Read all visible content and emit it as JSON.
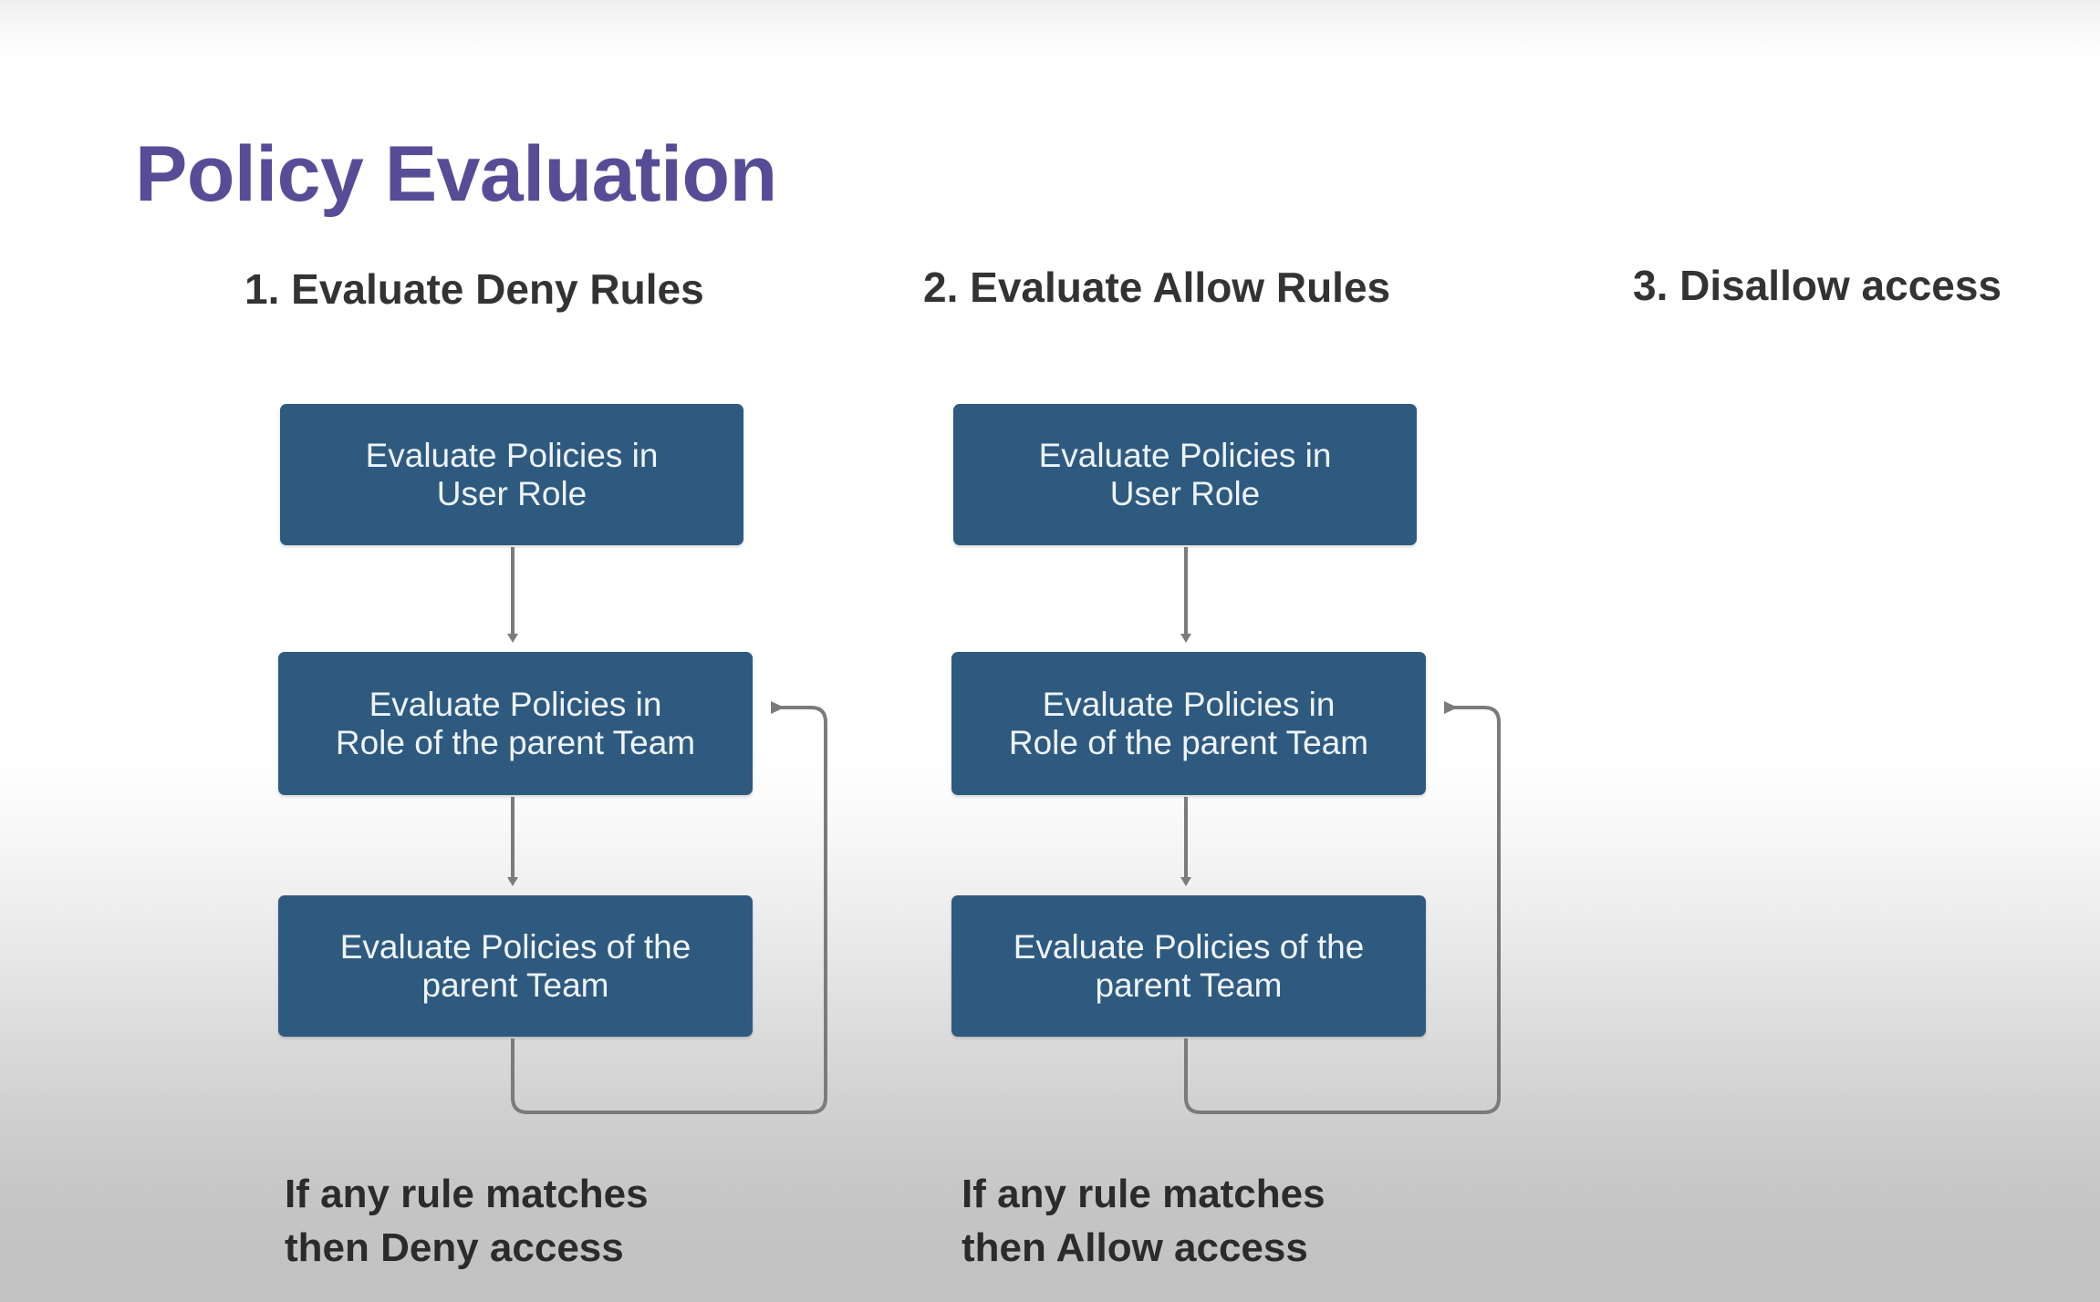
{
  "slide": {
    "title": "Policy Evaluation",
    "background_top_color": "#ffffff",
    "background_bottom_color": "#c2c2c2",
    "title_color": "#574d96",
    "box_color": "#2f5a80",
    "box_text_color": "#eef4f9",
    "connector_color": "#7b7b7b",
    "heading_color": "#333333"
  },
  "columns": [
    {
      "heading": "1. Evaluate Deny Rules",
      "boxes": [
        {
          "line1": "Evaluate Policies in",
          "line2": "User Role"
        },
        {
          "line1": "Evaluate Policies in",
          "line2": "Role of the parent Team"
        },
        {
          "line1": "Evaluate Policies of the",
          "line2": "parent Team"
        }
      ],
      "caption": {
        "line1": "If any rule matches",
        "line2": "then Deny access"
      }
    },
    {
      "heading": "2. Evaluate Allow Rules",
      "boxes": [
        {
          "line1": "Evaluate Policies in",
          "line2": "User Role"
        },
        {
          "line1": "Evaluate Policies in",
          "line2": "Role of the parent Team"
        },
        {
          "line1": "Evaluate Policies of the",
          "line2": "parent Team"
        }
      ],
      "caption": {
        "line1": "If any rule matches",
        "line2": "then Allow access"
      }
    },
    {
      "heading": "3. Disallow access",
      "boxes": [],
      "caption": {
        "line1": "",
        "line2": ""
      }
    }
  ]
}
